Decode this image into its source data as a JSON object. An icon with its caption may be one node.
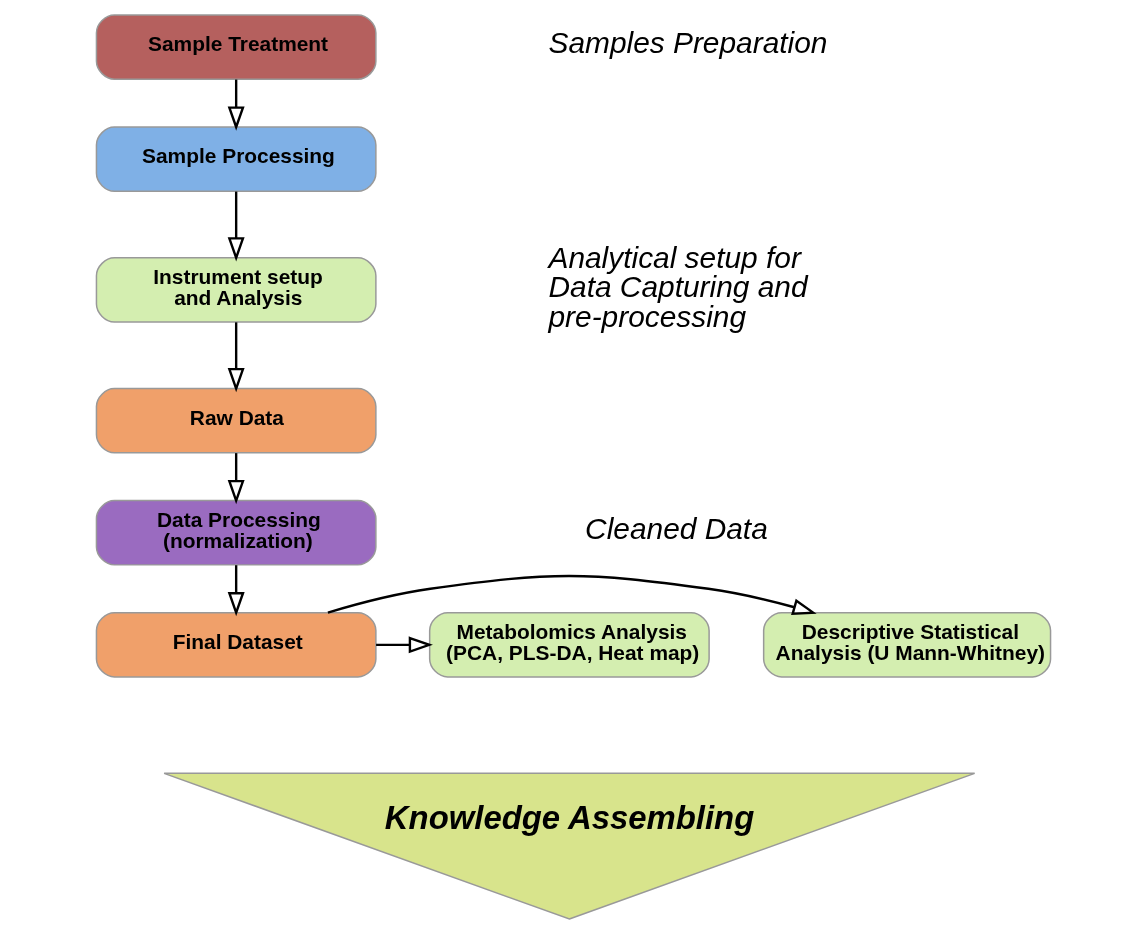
{
  "diagram": {
    "nodes": [
      {
        "text": [
          "Sample Treatment"
        ]
      },
      {
        "text": [
          "Sample Processing"
        ]
      },
      {
        "text": [
          "Instrument setup and Analysis"
        ]
      },
      {
        "text": [
          "Raw Data"
        ]
      },
      {
        "text": [
          "Data Processing (normalization)"
        ]
      },
      {
        "text": [
          "Final Dataset"
        ]
      },
      {
        "text": [
          "Descriptive Statistical Analysis (U Mann-Whitney)"
        ]
      },
      {
        "text": [
          "Metabolomics Analysis (PCA, PLS-DA, Heat map)"
        ]
      },
      {
        "text": [
          "Knowledge Assembling"
        ]
      }
    ],
    "edges": [
      {
        "from": 0,
        "to": 1,
        "arrow": "to"
      },
      {
        "from": 1,
        "to": 2,
        "arrow": "to"
      },
      {
        "from": 2,
        "to": 3,
        "arrow": "to"
      },
      {
        "from": 3,
        "to": 4,
        "arrow": "to"
      },
      {
        "from": 4,
        "to": 5,
        "arrow": "to"
      },
      {
        "from": 5,
        "to": 6,
        "arrow": "to"
      },
      {
        "from": 5,
        "to": 7,
        "arrow": "to"
      }
    ],
    "labels": [
      "Samples Preparation",
      "Analytical setup for Data Capturing and pre-processing",
      "Cleaned Data"
    ]
  }
}
